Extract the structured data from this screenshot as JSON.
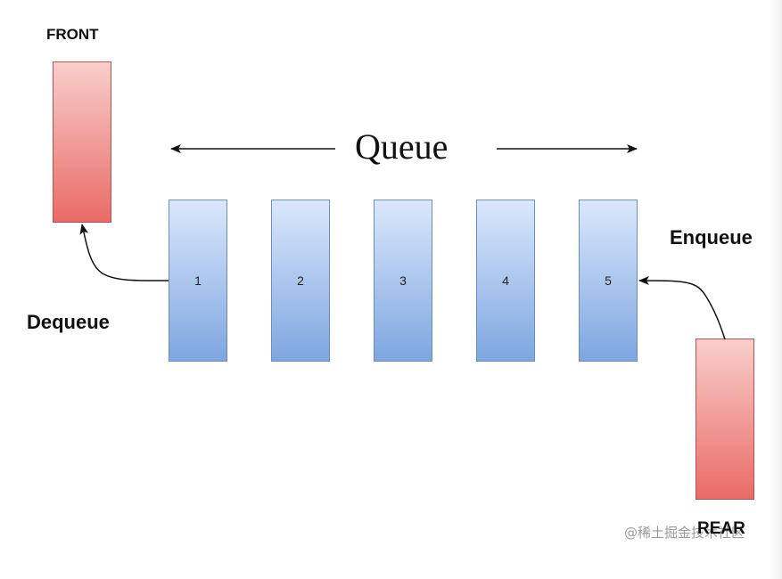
{
  "diagram": {
    "title": "Queue",
    "front_label": "FRONT",
    "rear_label": "REAR",
    "dequeue_label": "Dequeue",
    "enqueue_label": "Enqueue",
    "elements": [
      "1",
      "2",
      "3",
      "4",
      "5"
    ],
    "watermark": "@稀土掘金技术社区"
  },
  "colors": {
    "pointer_fill_top": "#f8cecc",
    "pointer_fill_bottom": "#ea6b66",
    "pointer_stroke": "#b85450",
    "element_fill_top": "#dae8fc",
    "element_fill_bottom": "#7ea6e0",
    "element_stroke": "#6c8ebf",
    "line": "#111111"
  }
}
